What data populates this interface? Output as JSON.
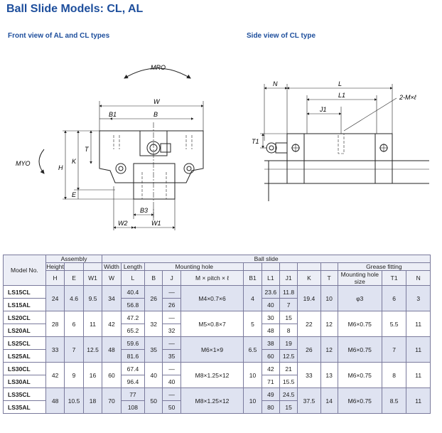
{
  "page": {
    "title": "Ball Slide Models: CL, AL",
    "front_caption": "Front view of AL and CL types",
    "side_caption": "Side view of CL type"
  },
  "front_view": {
    "labels": {
      "mro": "MRO",
      "myo": "MYO",
      "w": "W",
      "b": "B",
      "b1": "B1",
      "t": "T",
      "k": "K",
      "h": "H",
      "e": "E",
      "b3": "B3",
      "w2": "W2",
      "w1": "W1"
    }
  },
  "side_view": {
    "labels": {
      "n": "N",
      "l": "L",
      "l1": "L1",
      "j1": "J1",
      "t1": "T1",
      "hole": "2-M×ℓ"
    }
  },
  "table": {
    "group_headers": {
      "assembly": "Assembly",
      "ball_slide": "Ball slide",
      "mounting_hole": "Mounting hole",
      "grease": "Grease fitting"
    },
    "model_header": "Model No.",
    "sub_headers": {
      "height": "Height",
      "width": "Width",
      "length": "Length",
      "grease_hole": "Mounting hole size"
    },
    "symbols": [
      "H",
      "E",
      "W1",
      "W",
      "L",
      "B",
      "J",
      "M × pitch × ℓ",
      "B1",
      "L1",
      "J1",
      "K",
      "T",
      "Mounting hole size",
      "T1",
      "N"
    ],
    "rows": [
      {
        "m1": "LS15CL",
        "m2": "LS15AL",
        "H": "24",
        "E": "4.6",
        "W1": "9.5",
        "W": "34",
        "L1v": "40.4",
        "L2v": "56.8",
        "B": "26",
        "J1v": "—",
        "J2v": "26",
        "M": "M4×0.7×6",
        "B1": "4",
        "L1a": "23.6",
        "L1b": "40",
        "J1a": "11.8",
        "J1b": "7",
        "K": "19.4",
        "T": "10",
        "G": "φ3",
        "T1": "6",
        "N": "3"
      },
      {
        "m1": "LS20CL",
        "m2": "LS20AL",
        "H": "28",
        "E": "6",
        "W1": "11",
        "W": "42",
        "L1v": "47.2",
        "L2v": "65.2",
        "B": "32",
        "J1v": "—",
        "J2v": "32",
        "M": "M5×0.8×7",
        "B1": "5",
        "L1a": "30",
        "L1b": "48",
        "J1a": "15",
        "J1b": "8",
        "K": "22",
        "T": "12",
        "G": "M6×0.75",
        "T1": "5.5",
        "N": "11"
      },
      {
        "m1": "LS25CL",
        "m2": "LS25AL",
        "H": "33",
        "E": "7",
        "W1": "12.5",
        "W": "48",
        "L1v": "59.6",
        "L2v": "81.6",
        "B": "35",
        "J1v": "—",
        "J2v": "35",
        "M": "M6×1×9",
        "B1": "6.5",
        "L1a": "38",
        "L1b": "60",
        "J1a": "19",
        "J1b": "12.5",
        "K": "26",
        "T": "12",
        "G": "M6×0.75",
        "T1": "7",
        "N": "11"
      },
      {
        "m1": "LS30CL",
        "m2": "LS30AL",
        "H": "42",
        "E": "9",
        "W1": "16",
        "W": "60",
        "L1v": "67.4",
        "L2v": "96.4",
        "B": "40",
        "J1v": "—",
        "J2v": "40",
        "M": "M8×1.25×12",
        "B1": "10",
        "L1a": "42",
        "L1b": "71",
        "J1a": "21",
        "J1b": "15.5",
        "K": "33",
        "T": "13",
        "G": "M6×0.75",
        "T1": "8",
        "N": "11"
      },
      {
        "m1": "LS35CL",
        "m2": "LS35AL",
        "H": "48",
        "E": "10.5",
        "W1": "18",
        "W": "70",
        "L1v": "77",
        "L2v": "108",
        "B": "50",
        "J1v": "—",
        "J2v": "50",
        "M": "M8×1.25×12",
        "B1": "10",
        "L1a": "49",
        "L1b": "80",
        "J1a": "24.5",
        "J1b": "15",
        "K": "37.5",
        "T": "14",
        "G": "M6×0.75",
        "T1": "8.5",
        "N": "11"
      }
    ]
  }
}
